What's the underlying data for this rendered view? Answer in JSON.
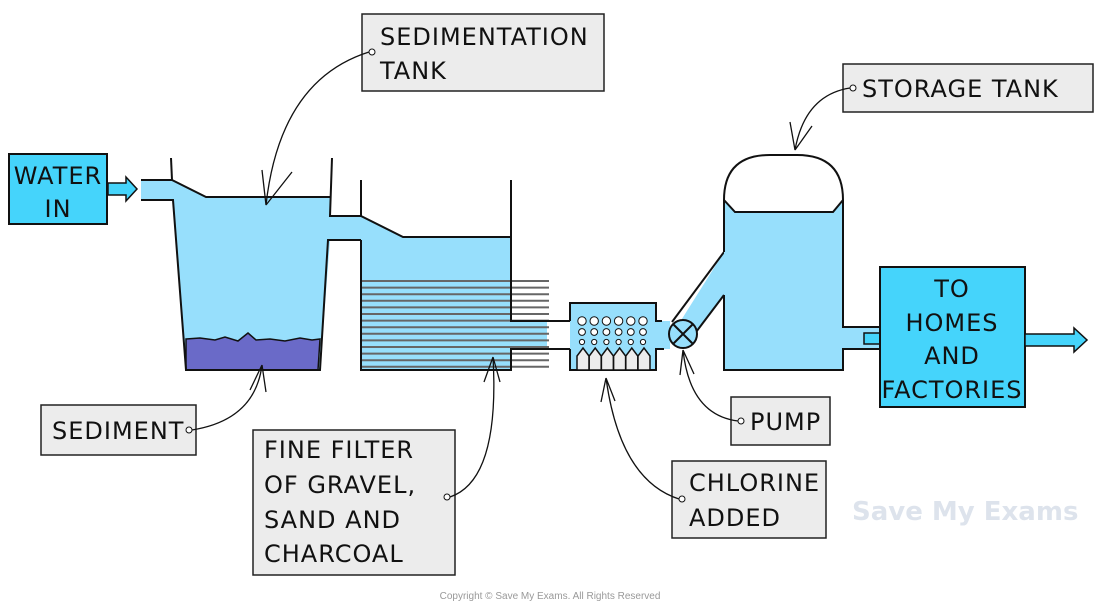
{
  "colors": {
    "water": "#97dffc",
    "box": "#45d4fb",
    "sediment": "#6a6ac8",
    "tag": "#ececec"
  },
  "boxes": {
    "water_in": [
      "WATER",
      "IN"
    ],
    "to_homes": [
      "TO",
      "HOMES",
      "AND",
      "FACTORIES"
    ]
  },
  "labels": {
    "sedimentation_tank": [
      "SEDIMENTATION",
      "TANK"
    ],
    "storage_tank": [
      "STORAGE TANK"
    ],
    "sediment": [
      "SEDIMENT"
    ],
    "fine_filter": [
      "FINE FILTER",
      "OF GRAVEL,",
      "SAND AND",
      "CHARCOAL"
    ],
    "pump": [
      "PUMP"
    ],
    "chlorine": [
      "CHLORINE",
      "ADDED"
    ]
  },
  "watermark": "Save My Exams",
  "copyright": "Copyright © Save My Exams. All Rights Reserved"
}
